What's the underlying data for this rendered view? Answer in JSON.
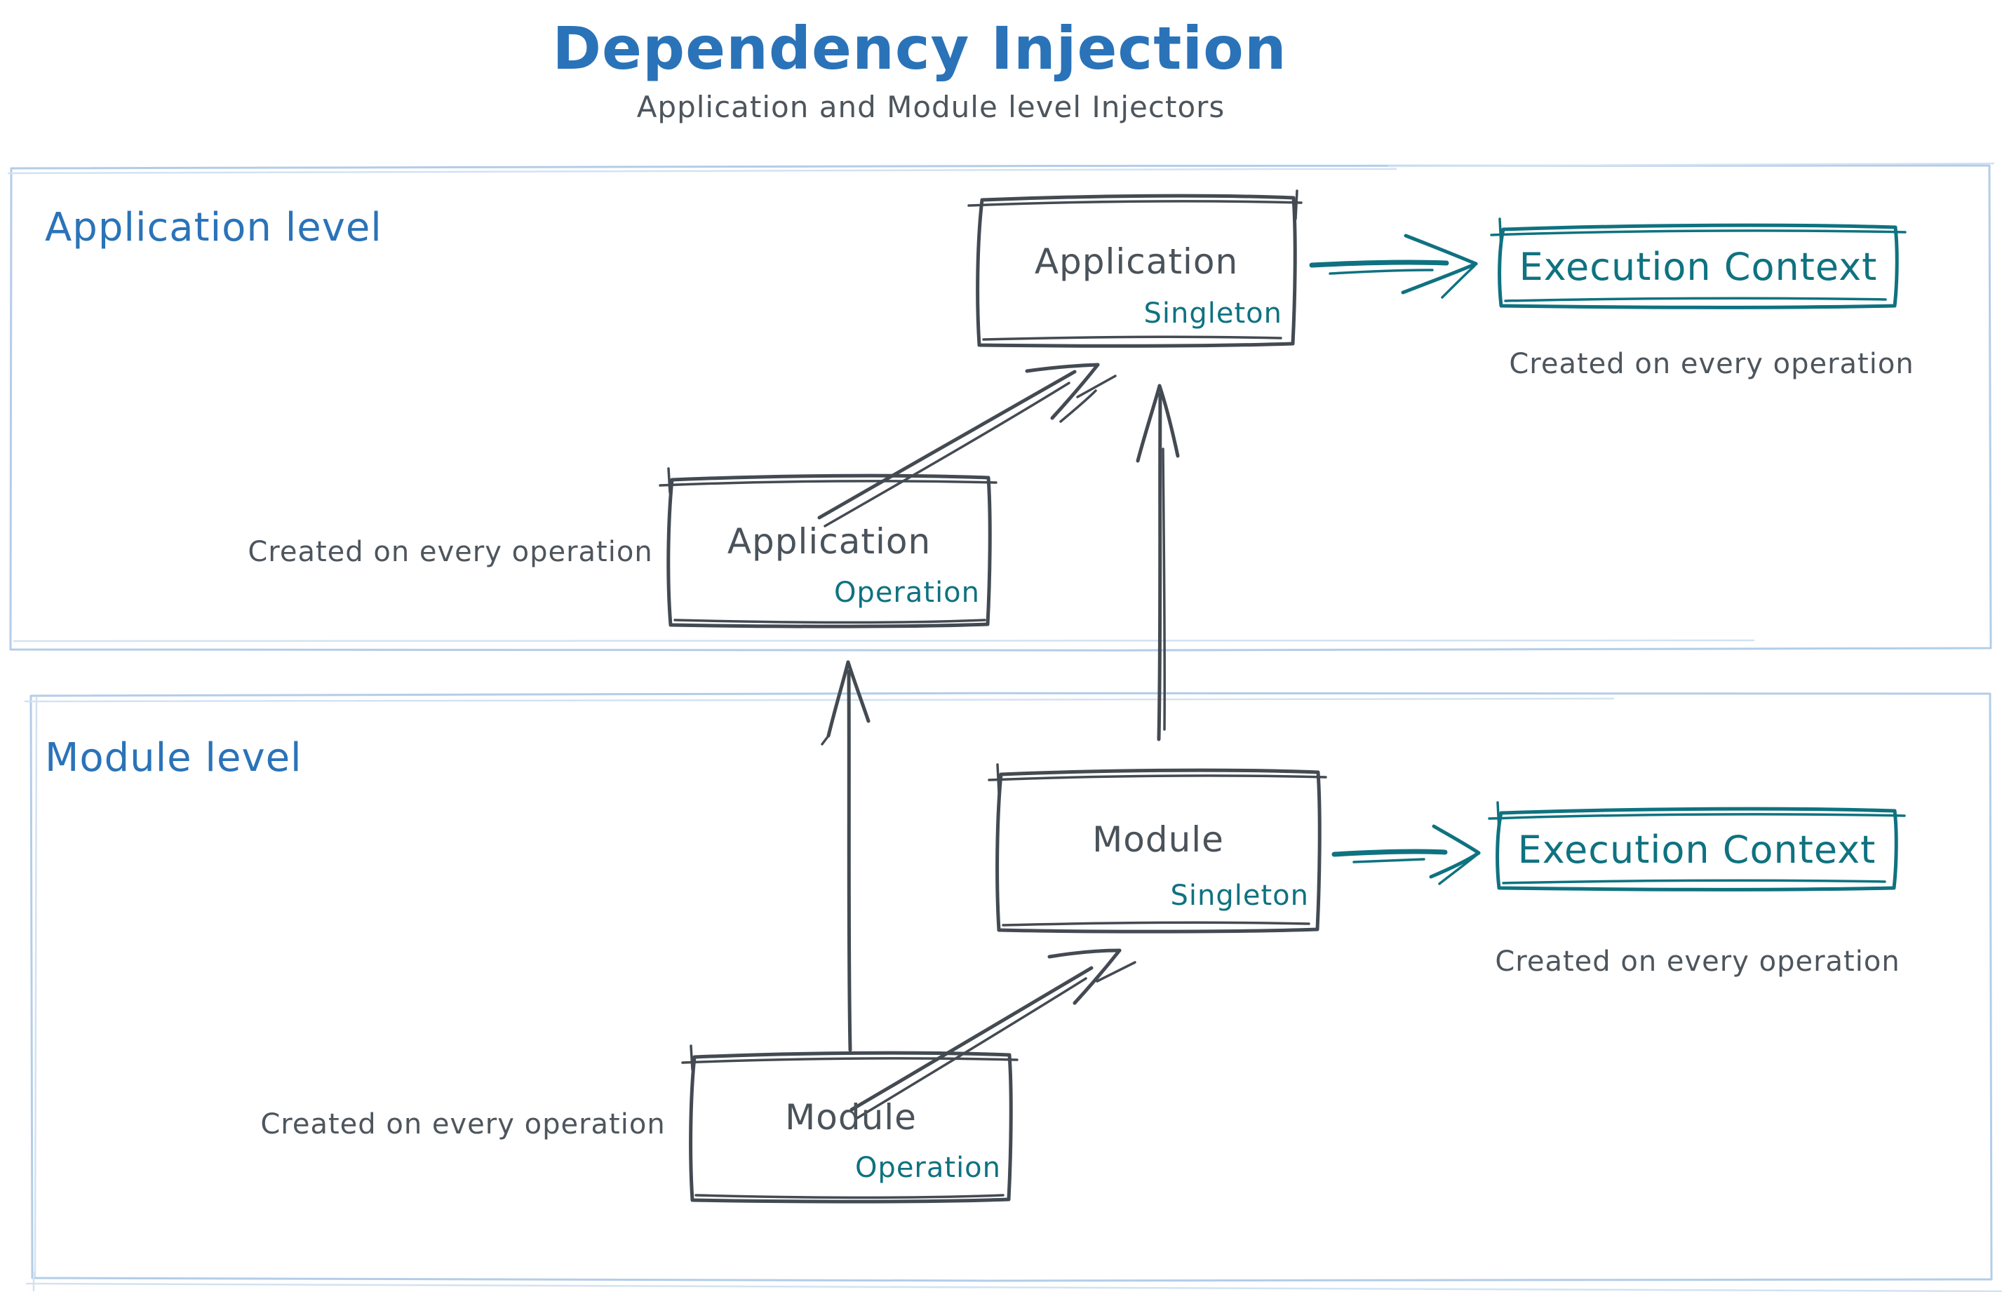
{
  "title": "Dependency Injection",
  "subtitle": "Application and Module level Injectors",
  "colors": {
    "heading_blue": "#2a73b8",
    "panel_border_blue": "#b3cde8",
    "shape_stroke_dark": "#434a52",
    "accent_teal": "#0f7280",
    "text_gray": "#4d555d",
    "background": "#ffffff"
  },
  "panels": {
    "application": {
      "label": "Application level"
    },
    "module": {
      "label": "Module level"
    }
  },
  "nodes": {
    "app_singleton": {
      "label": "Application",
      "scope": "Singleton"
    },
    "app_operation": {
      "label": "Application",
      "scope": "Operation"
    },
    "module_singleton": {
      "label": "Module",
      "scope": "Singleton"
    },
    "module_operation": {
      "label": "Module",
      "scope": "Operation"
    },
    "execution_context_app": {
      "label": "Execution Context",
      "caption": "Created on every operation"
    },
    "execution_context_module": {
      "label": "Execution Context",
      "caption": "Created on every operation"
    }
  },
  "captions": {
    "app_operation": "Created on every operation",
    "module_operation": "Created on every operation"
  }
}
